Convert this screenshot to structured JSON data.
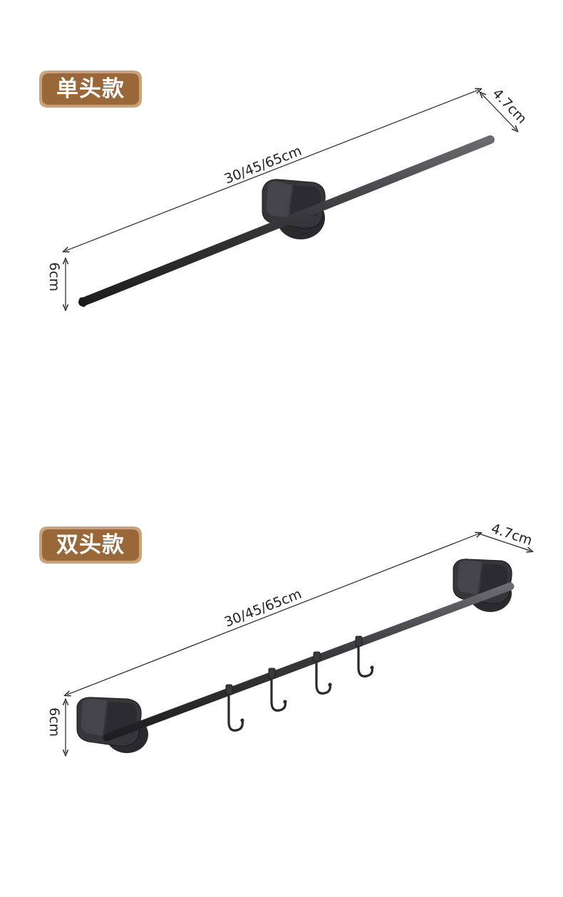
{
  "variants": [
    {
      "badge": "单头款",
      "length": "30/45/65cm",
      "depth": "4.7cm",
      "height": "6cm",
      "hooks": 0
    },
    {
      "badge": "双头款",
      "length": "30/45/65cm",
      "depth": "4.7cm",
      "height": "6cm",
      "hooks": 4
    }
  ],
  "colors": {
    "badge_fill": "#9a6738",
    "badge_border": "#c9a27c",
    "rod": "#3a3a3d",
    "bracket": "#2f2f33"
  }
}
